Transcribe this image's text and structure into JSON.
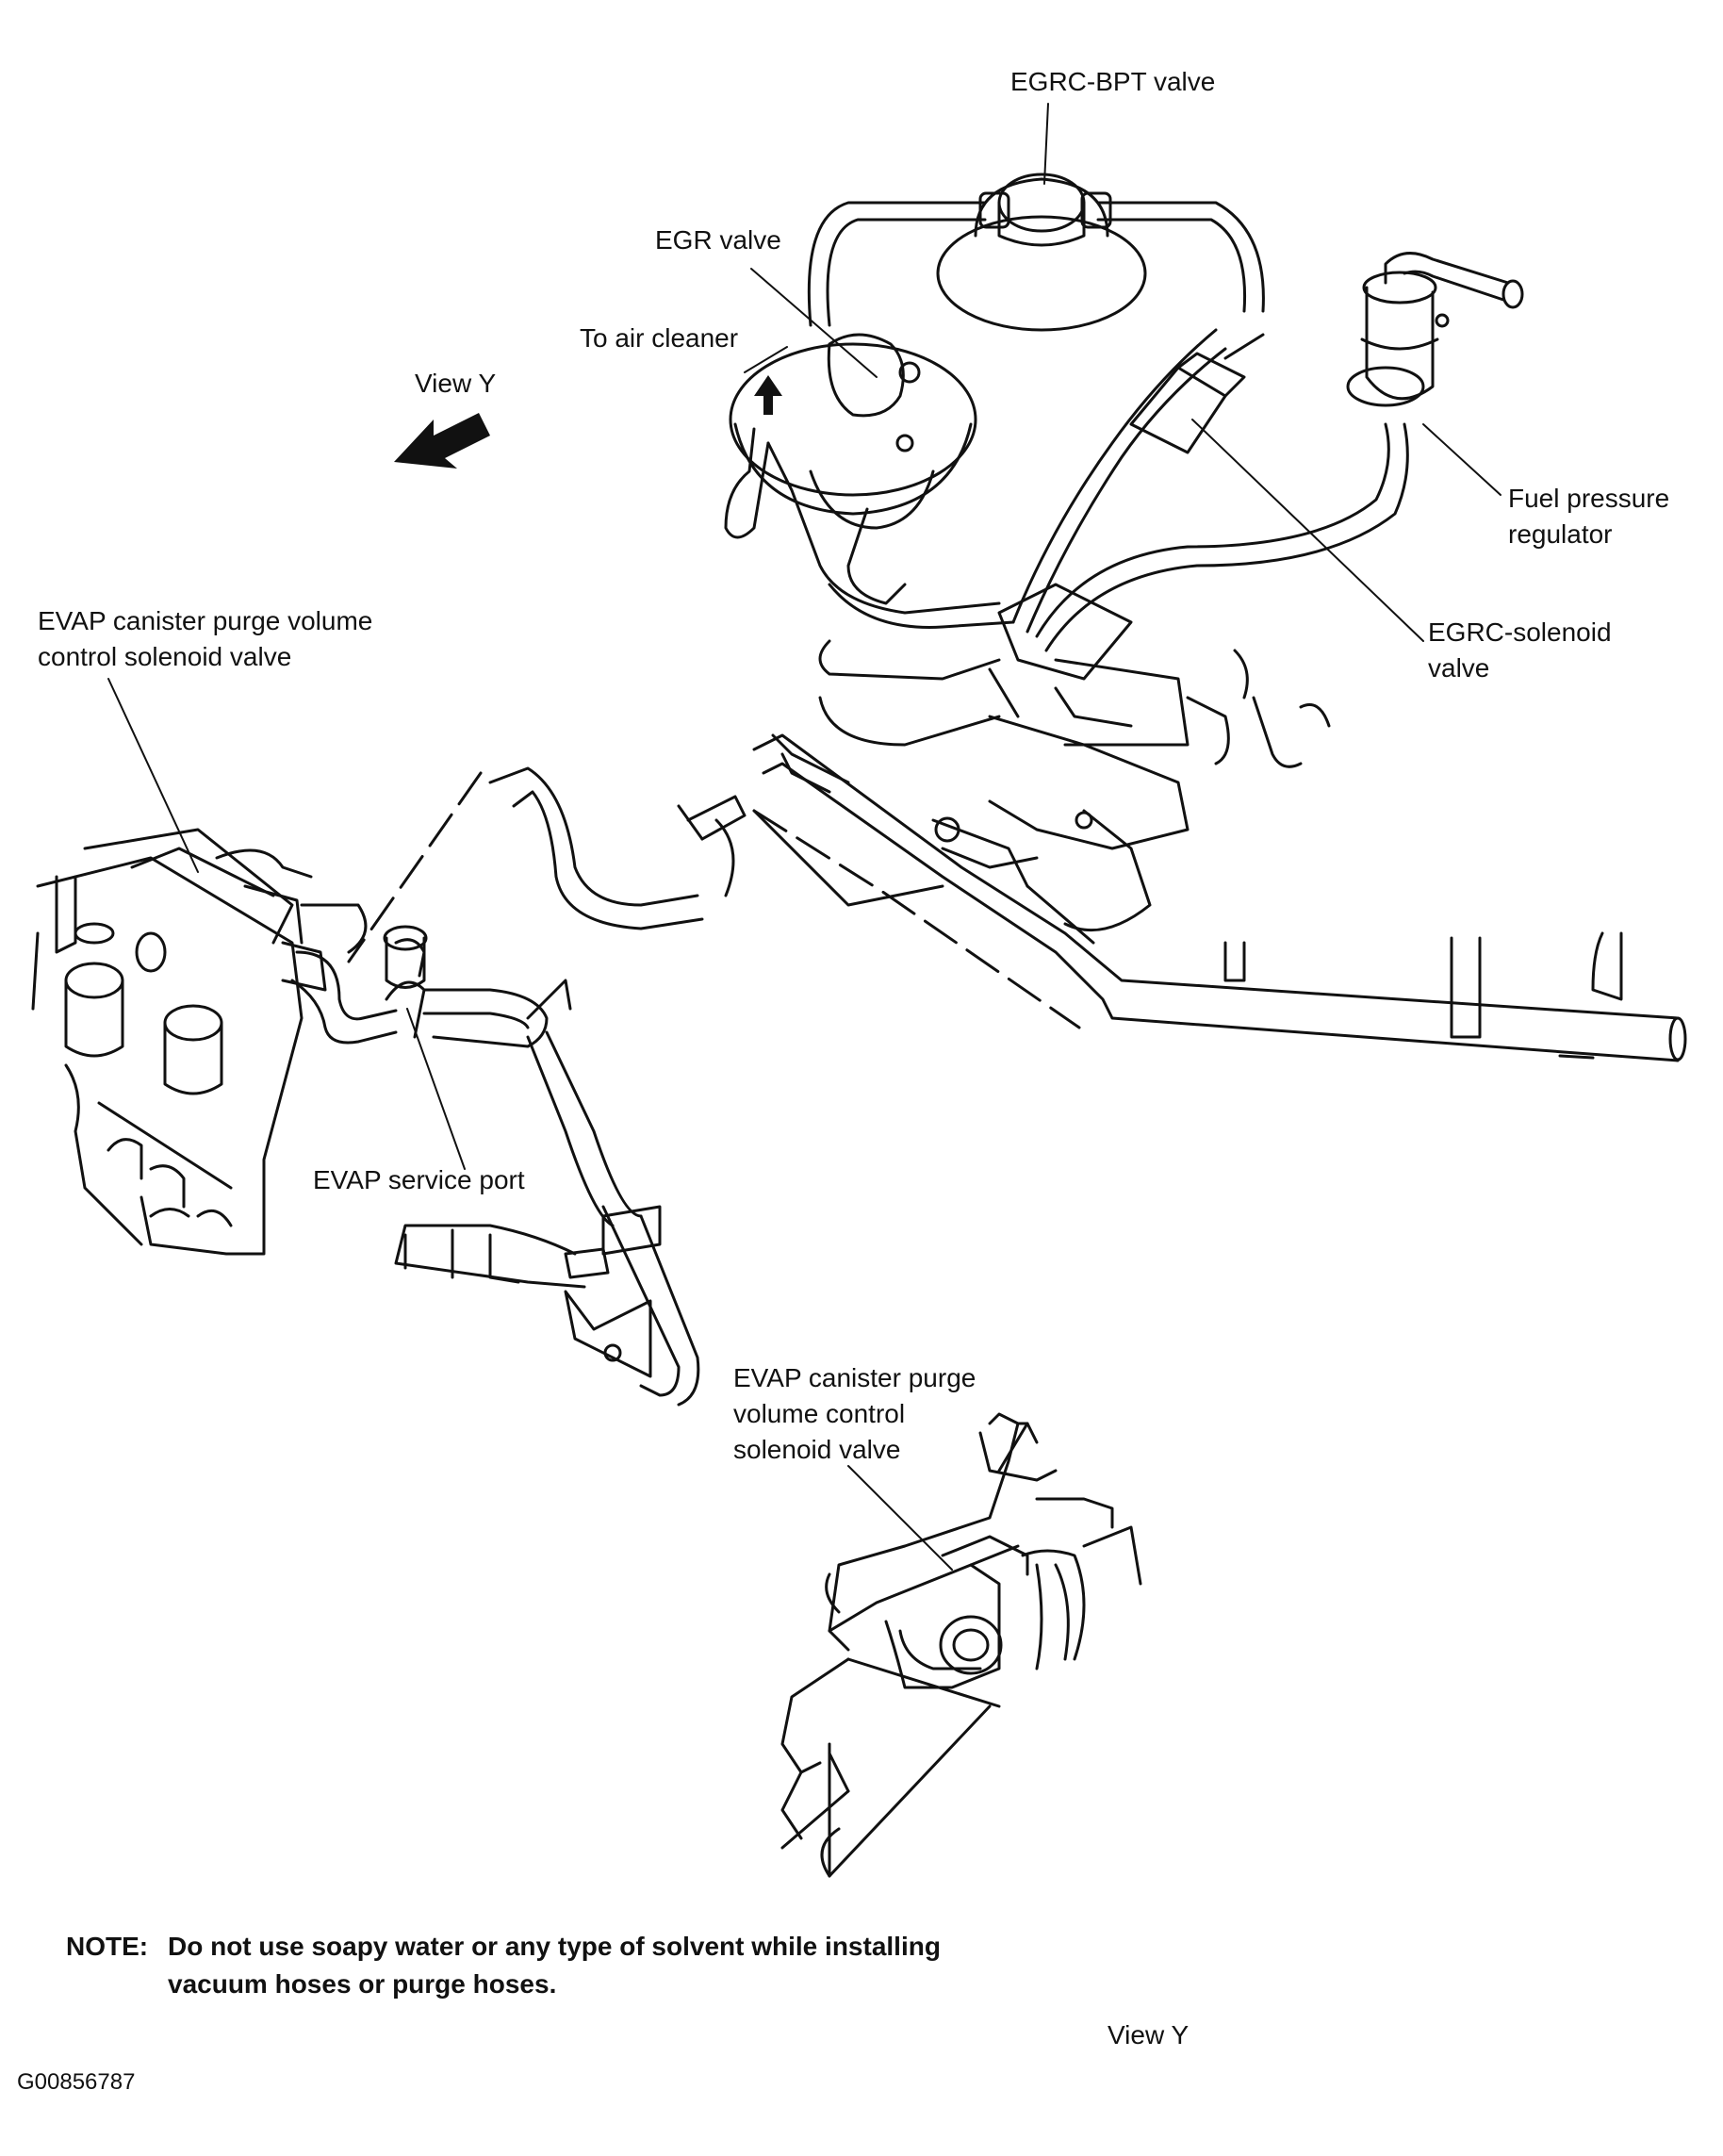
{
  "labels": {
    "egrc_bpt_valve": "EGRC-BPT valve",
    "egr_valve": "EGR valve",
    "to_air_cleaner": "To air cleaner",
    "view_y_top": "View Y",
    "fuel_pressure_regulator_1": "Fuel pressure",
    "fuel_pressure_regulator_2": "regulator",
    "egrc_solenoid_valve_1": "EGRC-solenoid",
    "egrc_solenoid_valve_2": "valve",
    "evap_purge_left_1": "EVAP canister purge volume",
    "evap_purge_left_2": "control solenoid valve",
    "evap_service_port": "EVAP service port",
    "evap_purge_right_1": "EVAP canister purge",
    "evap_purge_right_2": "volume control",
    "evap_purge_right_3": "solenoid valve",
    "view_y_bottom": "View Y"
  },
  "note": {
    "heading": "NOTE:",
    "text": "Do not use soapy water or any type of solvent while installing vacuum hoses or purge hoses."
  },
  "figure_id": "G00856787"
}
